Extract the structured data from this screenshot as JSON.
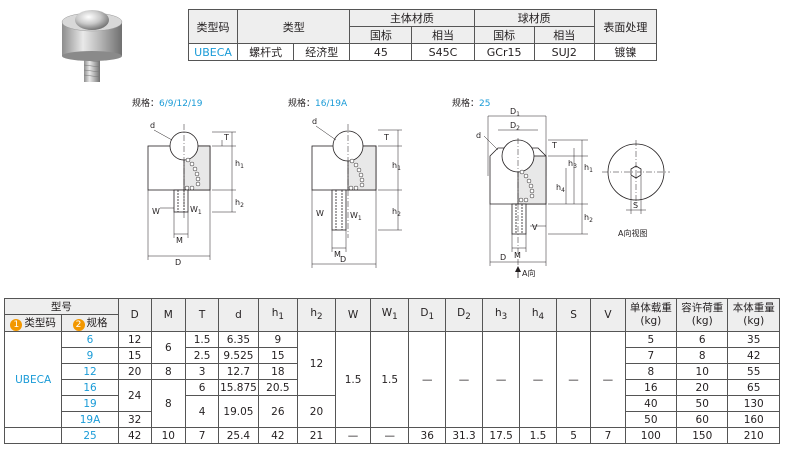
{
  "spec_table": {
    "headers": {
      "type_code": "类型码",
      "type": "类型",
      "body_material": "主体材质",
      "ball_material": "球材质",
      "surface": "表面处理",
      "national_std": "国标",
      "equivalent": "相当"
    },
    "row": {
      "type_code": "UBECA",
      "type_a": "螺杆式",
      "type_b": "经济型",
      "body_std": "45",
      "body_eq": "S45C",
      "ball_std": "GCr15",
      "ball_eq": "SUJ2",
      "surface": "镀镍"
    }
  },
  "drawings": {
    "d1": {
      "label_prefix": "规格：",
      "label_value": "6/9/12/19",
      "dims": {
        "d": "d",
        "T": "T",
        "h1": "h",
        "h1_sub": "1",
        "h2": "h",
        "h2_sub": "2",
        "W": "W",
        "W1": "W",
        "W1_sub": "1",
        "M": "M",
        "D": "D"
      }
    },
    "d2": {
      "label_prefix": "规格：",
      "label_value": "16/19A",
      "dims": {
        "d": "d",
        "T": "T",
        "h1": "h",
        "h1_sub": "1",
        "h2": "h",
        "h2_sub": "2",
        "W": "W",
        "W1": "W",
        "W1_sub": "1",
        "M": "M",
        "D": "D"
      }
    },
    "d3": {
      "label_prefix": "规格：",
      "label_value": "25",
      "dims": {
        "D1": "D",
        "D1_sub": "1",
        "D2": "D",
        "D2_sub": "2",
        "d": "d",
        "T": "T",
        "h1": "h",
        "h1_sub": "1",
        "h2": "h",
        "h2_sub": "2",
        "h3": "h",
        "h3_sub": "3",
        "h4": "h",
        "h4_sub": "4",
        "V": "V",
        "M": "M",
        "D": "D",
        "A": "A向"
      }
    },
    "view": {
      "S": "S",
      "caption": "A向视图"
    }
  },
  "dim_table": {
    "headers": {
      "model": "型号",
      "num1": "1",
      "type_code": "类型码",
      "num2": "2",
      "spec": "规格",
      "cols": [
        "D",
        "M",
        "T",
        "d",
        "h",
        "h",
        "W",
        "W",
        "D",
        "D",
        "h",
        "h",
        "S",
        "V"
      ],
      "subs": [
        "",
        "",
        "",
        "",
        "1",
        "2",
        "",
        "1",
        "1",
        "2",
        "3",
        "4",
        "",
        ""
      ],
      "load1": "单体载重",
      "load2": "容许荷重",
      "weight": "本体重量",
      "unit": "(kg)"
    },
    "type_code": "UBECA",
    "specs": [
      "6",
      "9",
      "12",
      "16",
      "19",
      "19A",
      "25"
    ],
    "D": [
      "12",
      "15",
      "20",
      "24",
      "32",
      "42"
    ],
    "M": [
      "6",
      "8",
      "8",
      "10"
    ],
    "T": [
      "1.5",
      "2.5",
      "3",
      "6",
      "4",
      "7"
    ],
    "d": [
      "6.35",
      "9.525",
      "12.7",
      "15.875",
      "19.05",
      "25.4"
    ],
    "h1": [
      "9",
      "15",
      "18",
      "20.5",
      "26",
      "42"
    ],
    "h2": [
      "12",
      "20",
      "21"
    ],
    "W": [
      "1.5",
      "—"
    ],
    "W1": [
      "1.5",
      "—"
    ],
    "D1": [
      "—",
      "36"
    ],
    "D2": [
      "—",
      "31.3"
    ],
    "h3": [
      "—",
      "17.5"
    ],
    "h4": [
      "—",
      "1.5"
    ],
    "S": [
      "—",
      "5"
    ],
    "V": [
      "—",
      "7"
    ],
    "load_single": [
      "5",
      "7",
      "8",
      "16",
      "40",
      "50",
      "100"
    ],
    "load_allow": [
      "6",
      "8",
      "10",
      "20",
      "50",
      "60",
      "150"
    ],
    "weight": [
      "35",
      "42",
      "55",
      "65",
      "130",
      "160",
      "210"
    ]
  }
}
